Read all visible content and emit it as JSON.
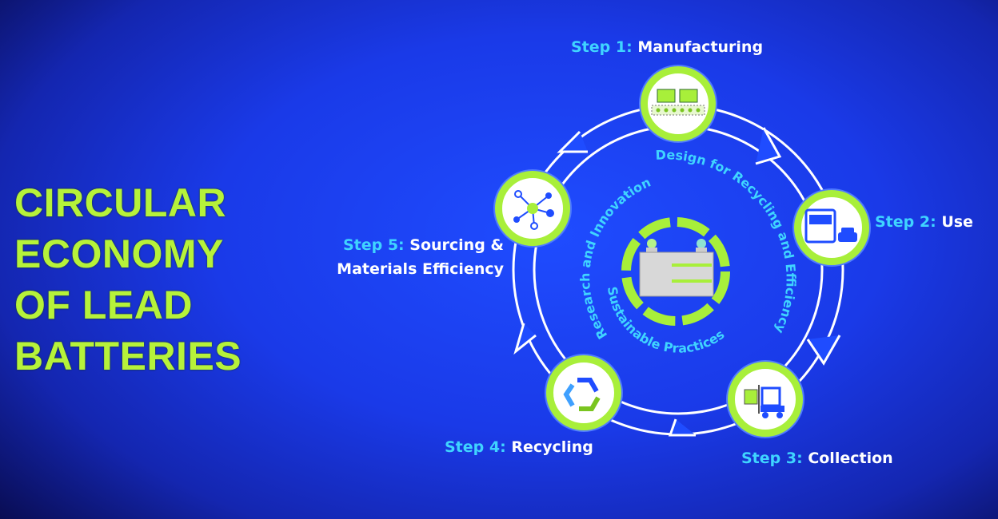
{
  "title": {
    "lines": [
      "CIRCULAR",
      "ECONOMY",
      "OF LEAD",
      "BATTERIES"
    ]
  },
  "steps": [
    {
      "num": "Step 1:",
      "label": "Manufacturing",
      "icon": "conveyor-batteries-icon"
    },
    {
      "num": "Step 2:",
      "label": "Use",
      "icon": "bus-car-icon"
    },
    {
      "num": "Step 3:",
      "label": "Collection",
      "icon": "forklift-icon"
    },
    {
      "num": "Step 4:",
      "label": "Recycling",
      "icon": "recycle-icon"
    },
    {
      "num": "Step 5:",
      "label": "Sourcing &",
      "label2": "Materials Efficiency",
      "icon": "molecule-icon"
    }
  ],
  "inner_labels": {
    "design": "Design for Recycling and Efficiency",
    "research": "Research and Innovation",
    "sustainable": "Sustainable Practices"
  },
  "colors": {
    "green": "#a8ef3a",
    "cyan": "#3fd4ff",
    "blue": "#1f4cff"
  }
}
